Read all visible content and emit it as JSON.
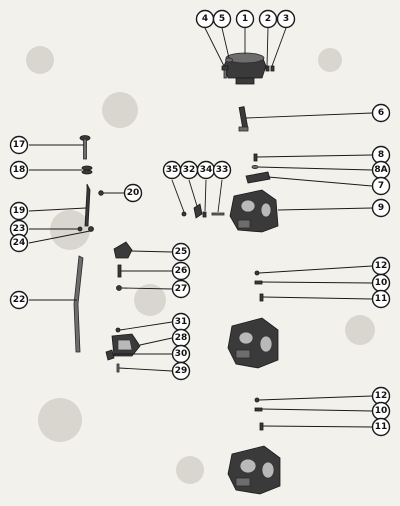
{
  "callouts": [
    {
      "id": "c4",
      "label": "4"
    },
    {
      "id": "c5",
      "label": "5"
    },
    {
      "id": "c1",
      "label": "1"
    },
    {
      "id": "c2",
      "label": "2"
    },
    {
      "id": "c3",
      "label": "3"
    },
    {
      "id": "c6",
      "label": "6"
    },
    {
      "id": "c17",
      "label": "17"
    },
    {
      "id": "c18",
      "label": "18"
    },
    {
      "id": "c20",
      "label": "20"
    },
    {
      "id": "c19",
      "label": "19"
    },
    {
      "id": "c23",
      "label": "23"
    },
    {
      "id": "c24",
      "label": "24"
    },
    {
      "id": "c35",
      "label": "35"
    },
    {
      "id": "c32",
      "label": "32"
    },
    {
      "id": "c34",
      "label": "34"
    },
    {
      "id": "c33",
      "label": "33"
    },
    {
      "id": "c8",
      "label": "8"
    },
    {
      "id": "c8a",
      "label": "8A"
    },
    {
      "id": "c7",
      "label": "7"
    },
    {
      "id": "c9",
      "label": "9"
    },
    {
      "id": "c25",
      "label": "25"
    },
    {
      "id": "c26",
      "label": "26"
    },
    {
      "id": "c27",
      "label": "27"
    },
    {
      "id": "c22",
      "label": "22"
    },
    {
      "id": "c12a",
      "label": "12"
    },
    {
      "id": "c10a",
      "label": "10"
    },
    {
      "id": "c11a",
      "label": "11"
    },
    {
      "id": "c31",
      "label": "31"
    },
    {
      "id": "c28",
      "label": "28"
    },
    {
      "id": "c30",
      "label": "30"
    },
    {
      "id": "c29",
      "label": "29"
    },
    {
      "id": "c12b",
      "label": "12"
    },
    {
      "id": "c10b",
      "label": "10"
    },
    {
      "id": "c11b",
      "label": "11"
    }
  ]
}
